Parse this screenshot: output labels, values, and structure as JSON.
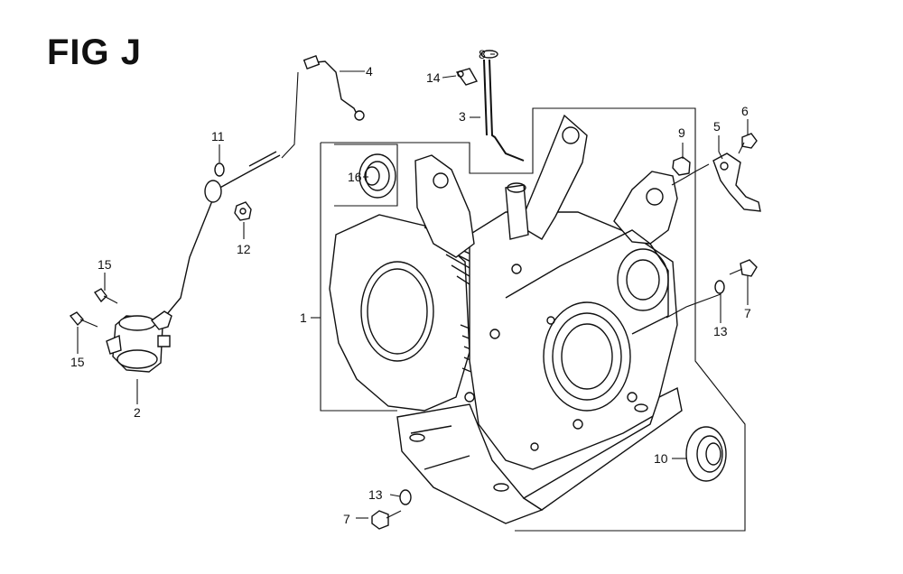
{
  "figure": {
    "title": "FIG J"
  },
  "callouts": {
    "c1": "1",
    "c2": "2",
    "c3": "3",
    "c4": "4",
    "c5": "5",
    "c6": "6",
    "c7a": "7",
    "c7b": "7",
    "c8": "8",
    "c9": "9",
    "c10": "10",
    "c11": "11",
    "c12": "12",
    "c13a": "13",
    "c13b": "13",
    "c14": "14",
    "c15a": "15",
    "c15b": "15",
    "c16": "16"
  }
}
